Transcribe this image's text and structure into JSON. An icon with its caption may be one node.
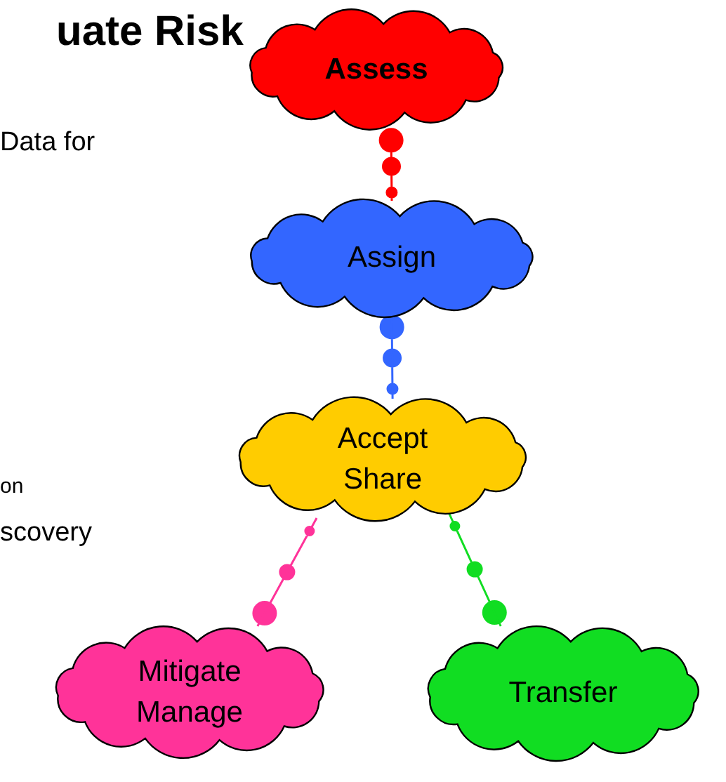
{
  "diagram": {
    "nodes": [
      {
        "text": [
          "Assess"
        ]
      },
      {
        "text": [
          "Assign"
        ]
      },
      {
        "text": [
          "Accept Share"
        ]
      },
      {
        "text": [
          "Mitigate Manage"
        ]
      },
      {
        "text": [
          "Transfer"
        ]
      }
    ],
    "edges": [
      {
        "from": 0,
        "to": 1,
        "arrow": "none",
        "color": "#ff0000"
      },
      {
        "from": 1,
        "to": 2,
        "arrow": "none",
        "color": "#3366ff"
      },
      {
        "from": 2,
        "to": 3,
        "arrow": "none",
        "color": "#ff3399"
      },
      {
        "from": 2,
        "to": 4,
        "arrow": "none",
        "color": "#11dd22"
      }
    ],
    "labels": [
      "uate Risk",
      "Data for",
      "on",
      "scovery"
    ]
  }
}
